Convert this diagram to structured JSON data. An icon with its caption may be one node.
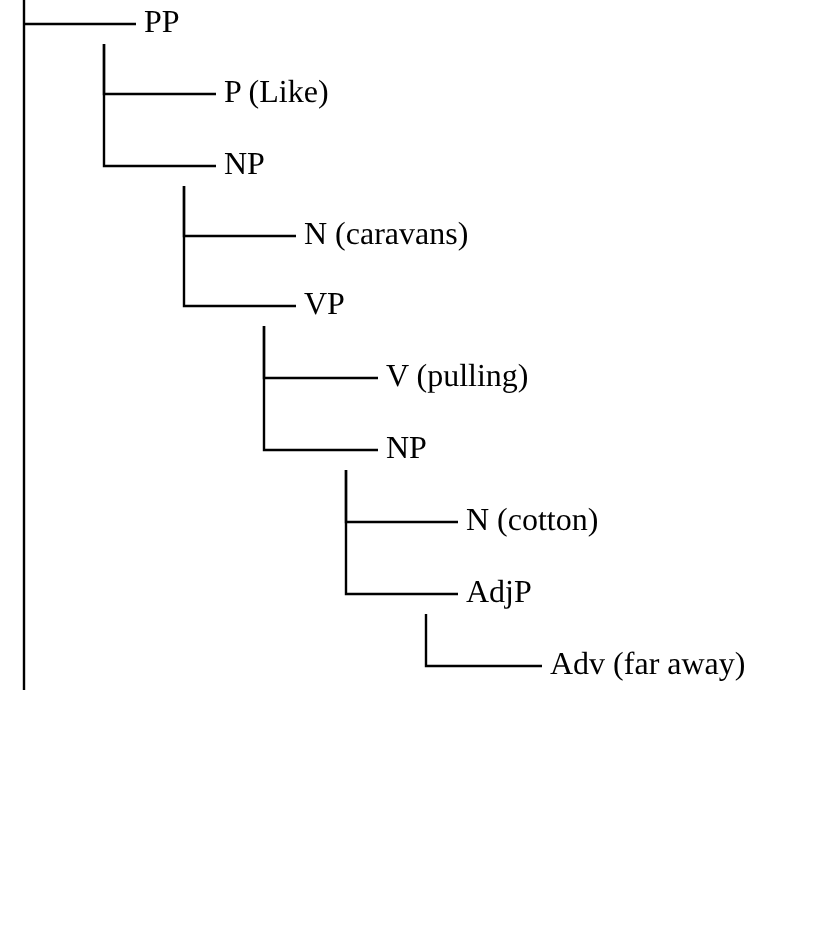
{
  "diagram": {
    "nodes": [
      {
        "text": [
          "PP"
        ]
      },
      {
        "text": [
          "P (Like)"
        ]
      },
      {
        "text": [
          "NP"
        ]
      },
      {
        "text": [
          "N (caravans)"
        ]
      },
      {
        "text": [
          "VP"
        ]
      },
      {
        "text": [
          "V (pulling)"
        ]
      },
      {
        "text": [
          "NP"
        ]
      },
      {
        "text": [
          "N (cotton)"
        ]
      },
      {
        "text": [
          "AdjP"
        ]
      },
      {
        "text": [
          "Adv (far away)"
        ]
      }
    ],
    "edges": [
      {
        "from": null,
        "to": 0,
        "arrow": "none"
      },
      {
        "from": 0,
        "to": 1,
        "arrow": "none"
      },
      {
        "from": 0,
        "to": 2,
        "arrow": "none"
      },
      {
        "from": 2,
        "to": 3,
        "arrow": "none"
      },
      {
        "from": 2,
        "to": 4,
        "arrow": "none"
      },
      {
        "from": 4,
        "to": 5,
        "arrow": "none"
      },
      {
        "from": 4,
        "to": 6,
        "arrow": "none"
      },
      {
        "from": 6,
        "to": 7,
        "arrow": "none"
      },
      {
        "from": 6,
        "to": 8,
        "arrow": "none"
      },
      {
        "from": 8,
        "to": 9,
        "arrow": "none"
      }
    ]
  }
}
